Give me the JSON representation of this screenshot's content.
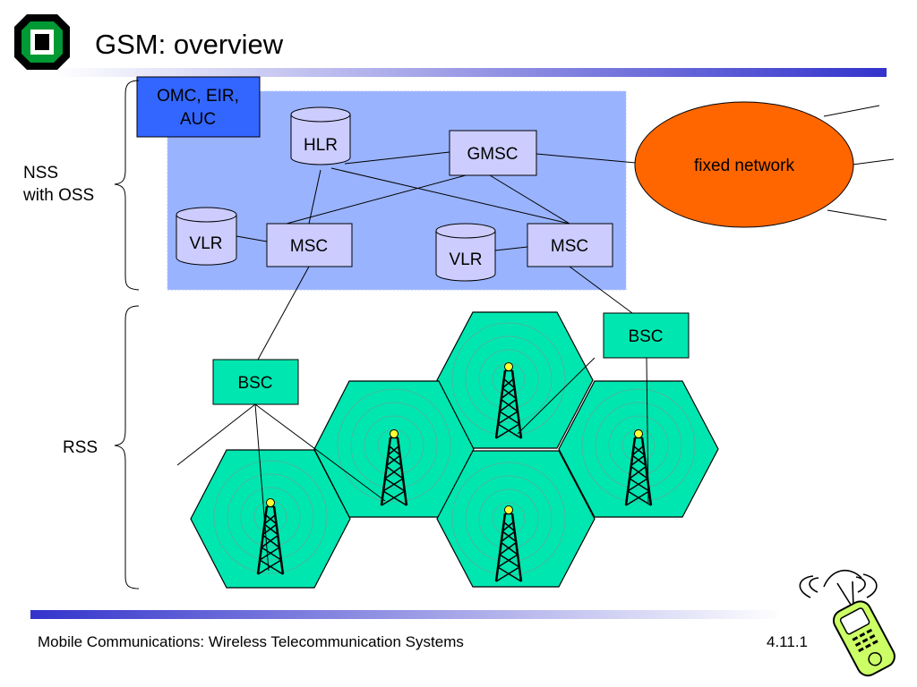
{
  "title": "GSM: overview",
  "footer": {
    "text": "Mobile Communications: Wireless  Telecommunication Systems",
    "page": "4.11.1"
  },
  "groups": {
    "nss_line1": "NSS",
    "nss_line2": "with OSS",
    "rss": "RSS"
  },
  "nodes": {
    "omc_line1": "OMC, EIR,",
    "omc_line2": "AUC",
    "hlr": "HLR",
    "gmsc": "GMSC",
    "vlr_left": "VLR",
    "msc_left": "MSC",
    "vlr_right": "VLR",
    "msc_right": "MSC",
    "bsc_left": "BSC",
    "bsc_right": "BSC",
    "fixed_network": "fixed network"
  },
  "colors": {
    "nss_area": "#99b3ff",
    "omc_box": "#3366ff",
    "node_fill": "#ccccff",
    "bsc_fill": "#00e6b0",
    "cell_fill": "#00e6b0",
    "fixed_network": "#ff6600",
    "logo_green": "#009933",
    "banner_dark": "#3333cc"
  },
  "icons": [
    "university-logo-icon",
    "radio-tower-icon",
    "mobile-phone-icon"
  ]
}
